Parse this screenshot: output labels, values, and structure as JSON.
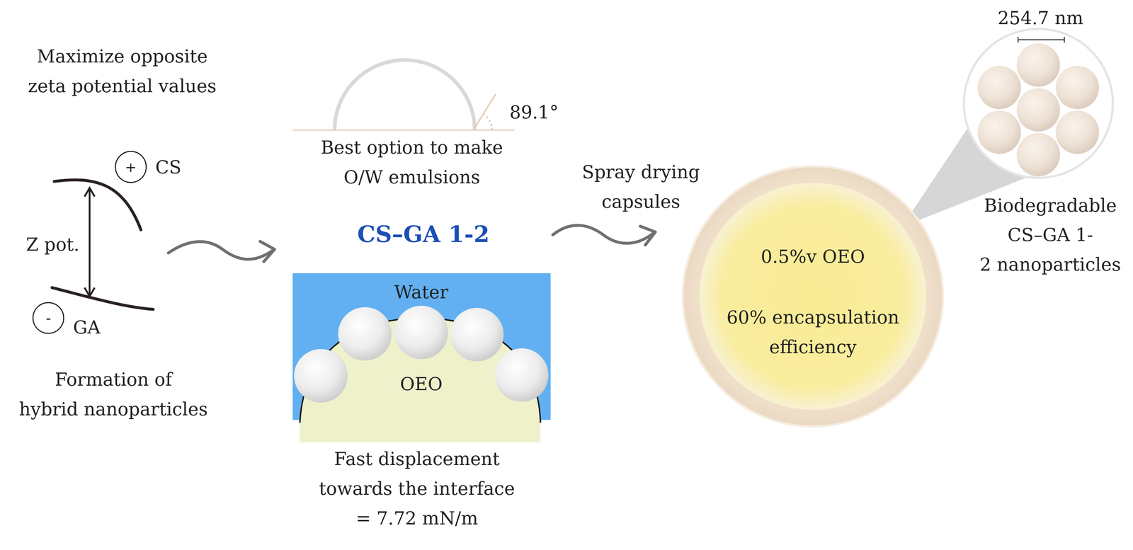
{
  "diagram": {
    "nodes": [
      {
        "text": [
          "+"
        ]
      },
      {
        "text": [
          "-"
        ]
      },
      {
        "text": [
          "Water"
        ]
      },
      {
        "text": [
          "OEO"
        ]
      },
      {
        "text": [
          "0.5%v OEO",
          "60% encapsulation efficiency"
        ]
      }
    ],
    "labels": [
      "Maximize opposite zeta potential values",
      "CS",
      "Z pot.",
      "GA",
      "Formation of hybrid nanoparticles",
      "89.1°",
      "Best option to make O/W emulsions",
      "CS–GA 1-2",
      "Fast displacement towards the interface = 7.72 mN/m",
      "Spray drying capsules",
      "254.7 nm",
      "Biodegradable CS–GA 1-2 nanoparticles"
    ]
  }
}
